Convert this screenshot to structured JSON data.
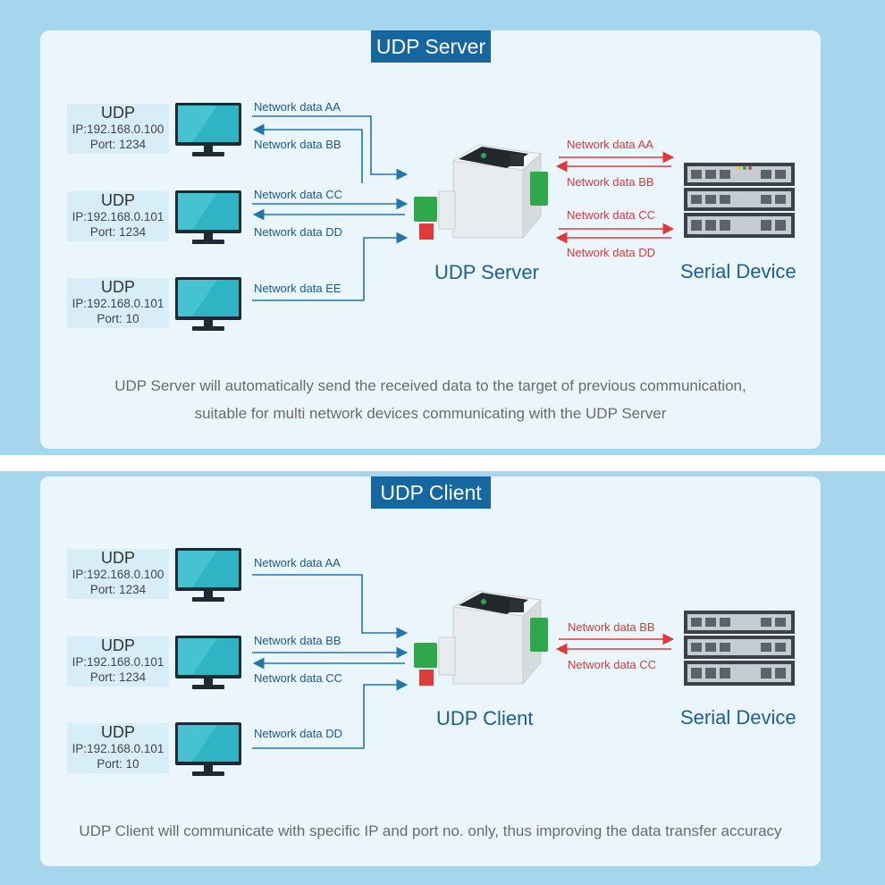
{
  "server_panel": {
    "title": "UDP Server",
    "hosts": [
      {
        "proto": "UDP",
        "ip": "IP:192.168.0.100",
        "port": "Port: 1234"
      },
      {
        "proto": "UDP",
        "ip": "IP:192.168.0.101",
        "port": "Port: 1234"
      },
      {
        "proto": "UDP",
        "ip": "IP:192.168.0.101",
        "port": "Port: 10"
      }
    ],
    "network_labels": [
      "Network data AA",
      "Network data BB",
      "Network data CC",
      "Network data DD",
      "Network data EE"
    ],
    "serial_labels": [
      "Network data AA",
      "Network data BB",
      "Network data CC",
      "Network data DD"
    ],
    "device_label": "UDP Server",
    "serial_device_label": "Serial Device",
    "description_line1": "UDP Server will automatically send the received data to the target of previous communication,",
    "description_line2": "suitable for multi network devices communicating with the UDP Server"
  },
  "client_panel": {
    "title": "UDP Client",
    "hosts": [
      {
        "proto": "UDP",
        "ip": "IP:192.168.0.100",
        "port": "Port: 1234"
      },
      {
        "proto": "UDP",
        "ip": "IP:192.168.0.101",
        "port": "Port: 1234"
      },
      {
        "proto": "UDP",
        "ip": "IP:192.168.0.101",
        "port": "Port: 10"
      }
    ],
    "network_labels": [
      "Network data AA",
      "Network data BB",
      "Network data CC",
      "Network data DD"
    ],
    "serial_labels": [
      "Network data BB",
      "Network data CC"
    ],
    "device_label": "UDP Client",
    "serial_device_label": "Serial Device",
    "description": "UDP Client will communicate with specific IP and port no. only, thus improving the data transfer accuracy"
  },
  "colors": {
    "background": "#a6d6ee",
    "panel": "#eaf6fc",
    "title_badge": "#1666a0",
    "network_arrow": "#2275ad",
    "serial_arrow": "#e0393c",
    "label_text": "#1d5e91"
  },
  "icons": [
    "monitor-icon",
    "din-rail-converter-icon",
    "server-rack-icon"
  ]
}
